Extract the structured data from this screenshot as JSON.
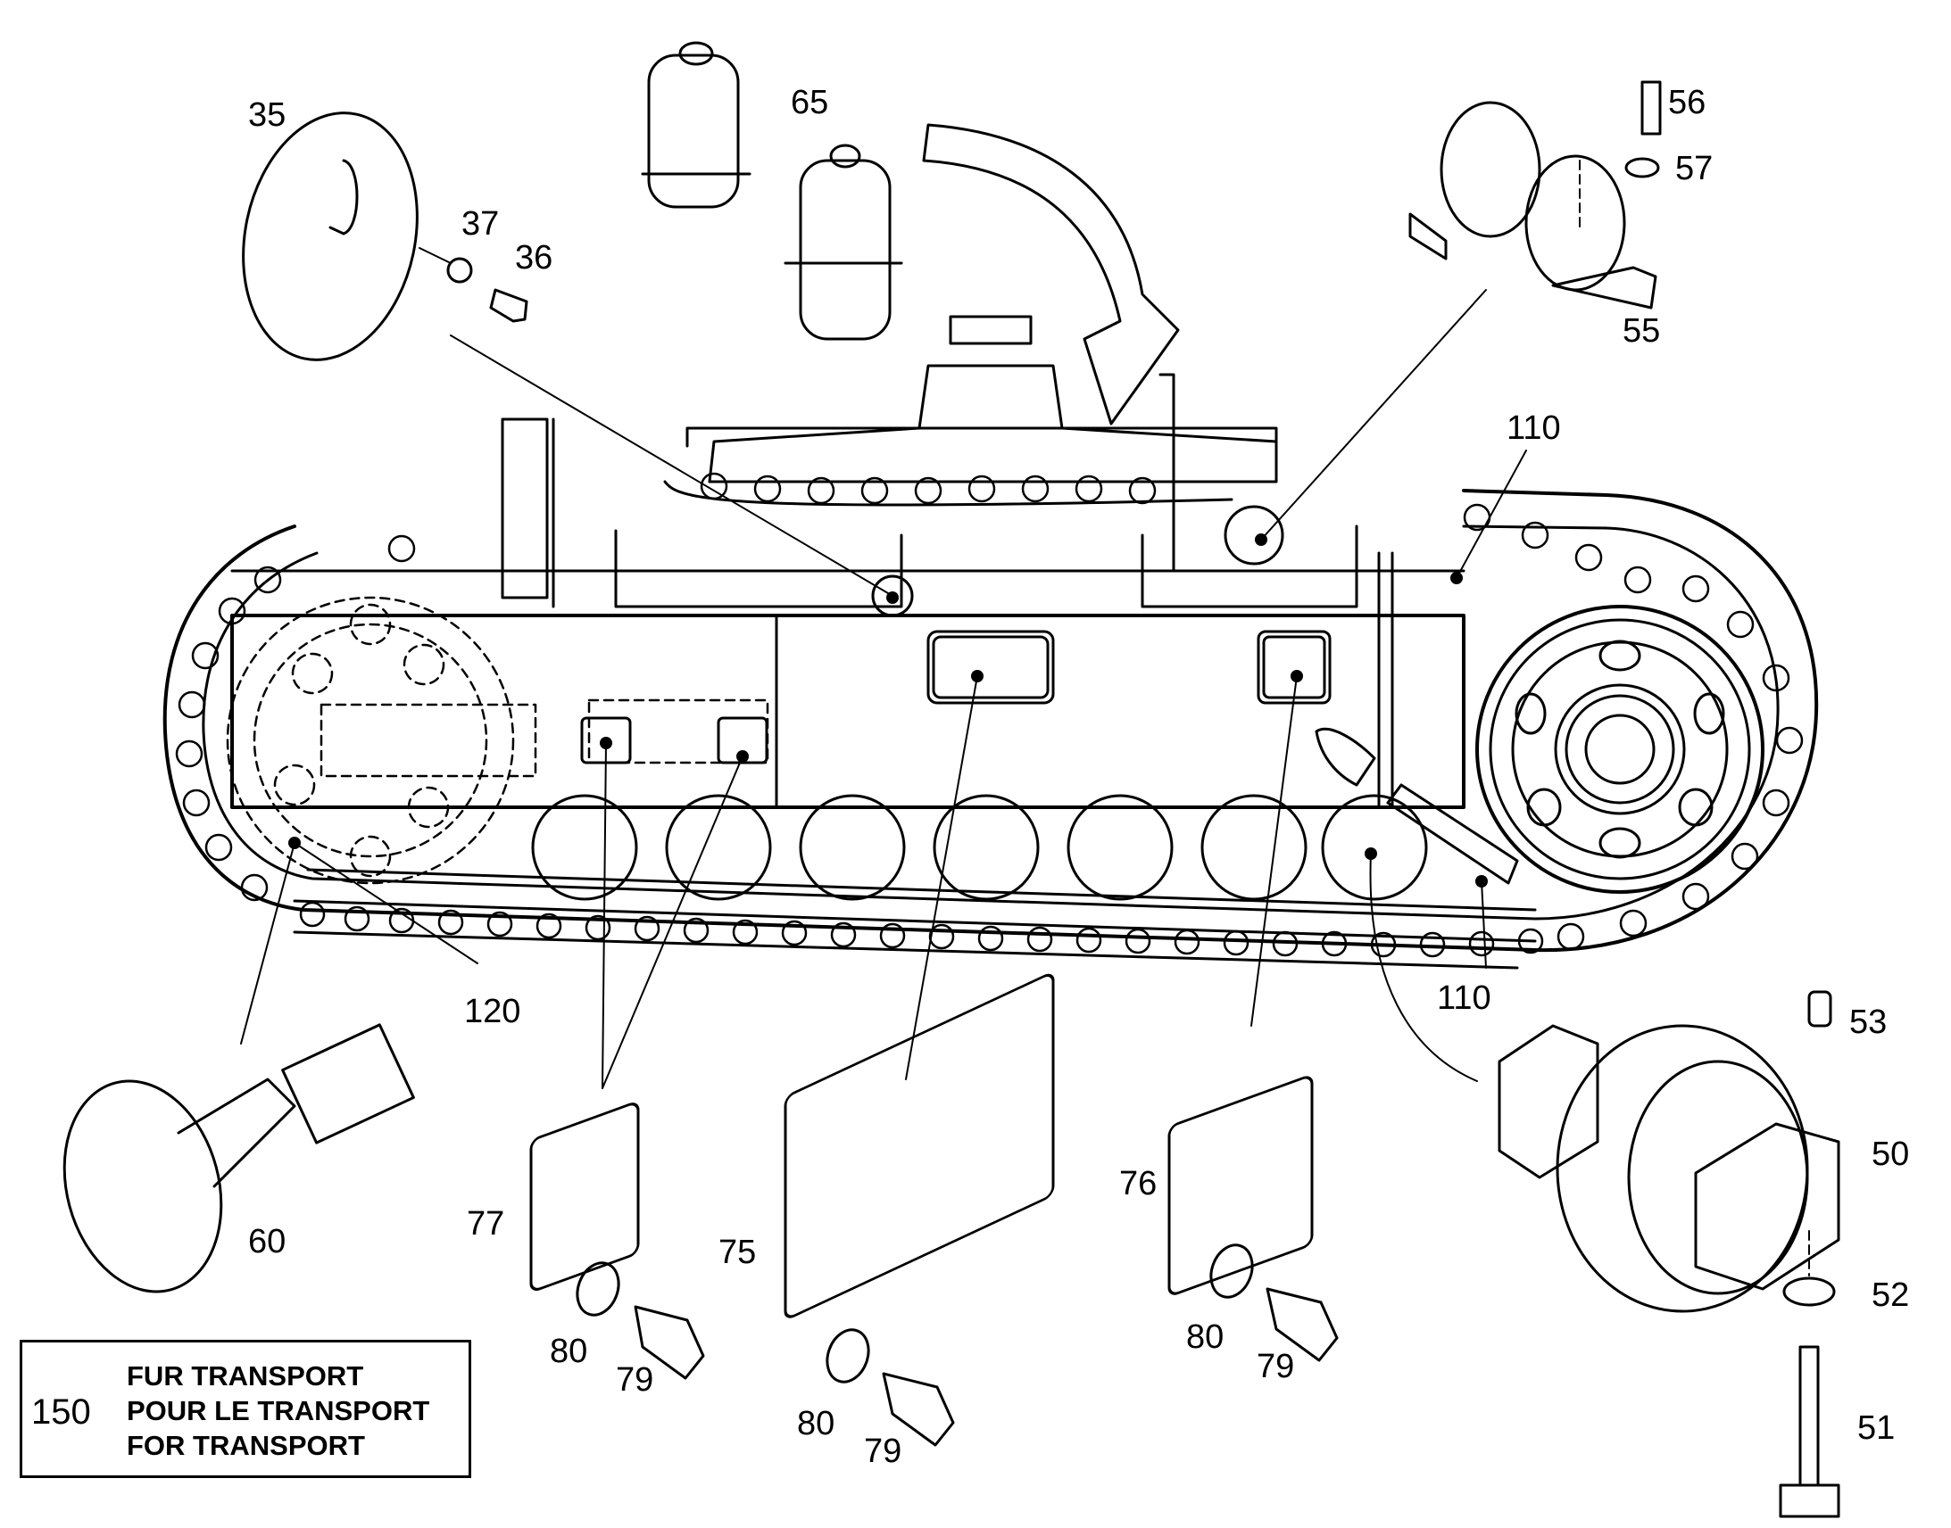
{
  "diagram": {
    "part_labels": [
      {
        "id": "35",
        "text": "35"
      },
      {
        "id": "37",
        "text": "37"
      },
      {
        "id": "36",
        "text": "36"
      },
      {
        "id": "65",
        "text": "65"
      },
      {
        "id": "56",
        "text": "56"
      },
      {
        "id": "57",
        "text": "57"
      },
      {
        "id": "55",
        "text": "55"
      },
      {
        "id": "110a",
        "text": "110"
      },
      {
        "id": "110b",
        "text": "110"
      },
      {
        "id": "120",
        "text": "120"
      },
      {
        "id": "53",
        "text": "53"
      },
      {
        "id": "50",
        "text": "50"
      },
      {
        "id": "60",
        "text": "60"
      },
      {
        "id": "77",
        "text": "77"
      },
      {
        "id": "75",
        "text": "75"
      },
      {
        "id": "76",
        "text": "76"
      },
      {
        "id": "52",
        "text": "52"
      },
      {
        "id": "80a",
        "text": "80"
      },
      {
        "id": "79a",
        "text": "79"
      },
      {
        "id": "80b",
        "text": "80"
      },
      {
        "id": "79b",
        "text": "79"
      },
      {
        "id": "80c",
        "text": "80"
      },
      {
        "id": "79c",
        "text": "79"
      },
      {
        "id": "51",
        "text": "51"
      }
    ],
    "transport_note": {
      "number": "150",
      "line_de": "FUR TRANSPORT",
      "line_fr": "POUR LE TRANSPORT",
      "line_en": "FOR TRANSPORT"
    }
  }
}
